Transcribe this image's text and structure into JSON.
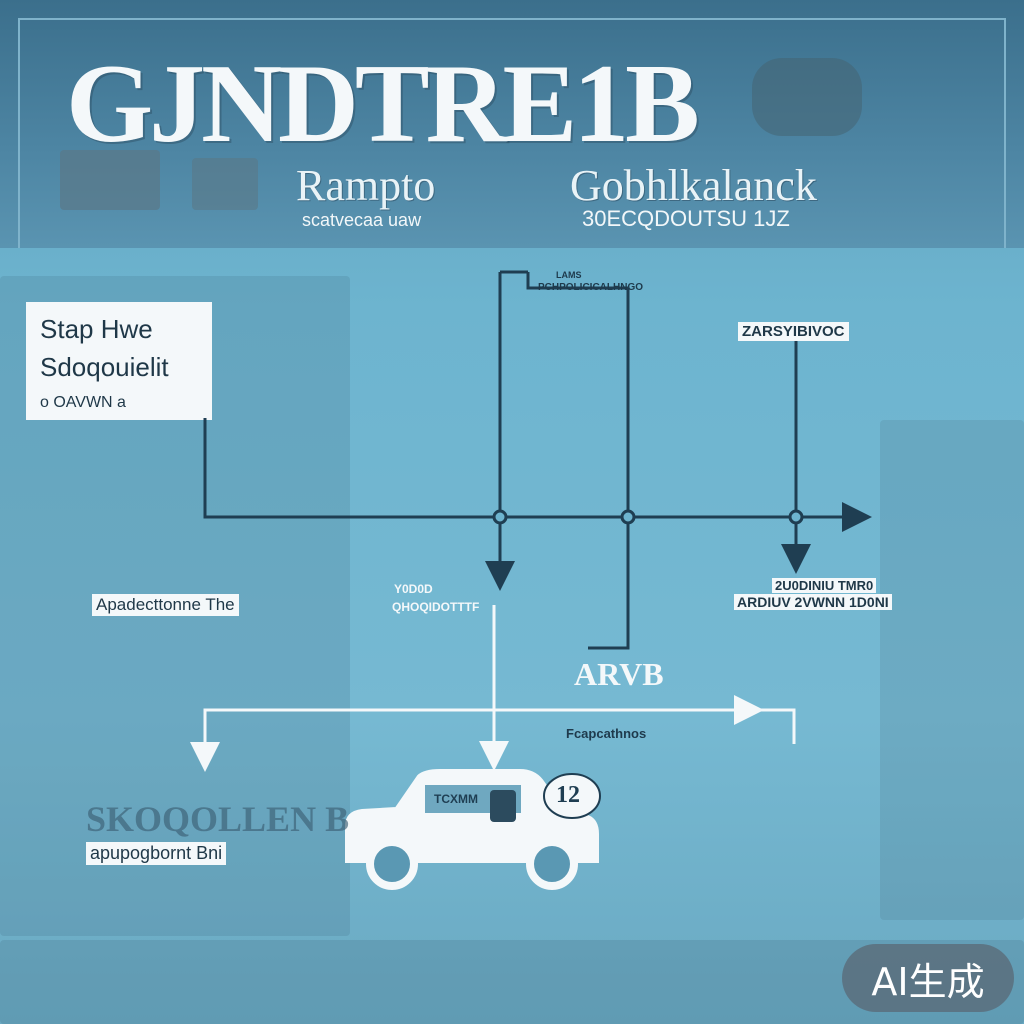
{
  "header": {
    "title": "GJNDTRE1B",
    "subtitle_left": "Rampto",
    "subtitle_left_small": "scatvecaa uaw",
    "subtitle_right": "Gobhlkalanck",
    "subtitle_right_small": "30ECQDOUTSU 1JZ"
  },
  "info_box": {
    "line1": "Stap Hwe",
    "line2": "Sdoqouielit",
    "line3": "o OAVWN a"
  },
  "labels": {
    "top_center_small": "PCHPOLICICALHNGO",
    "top_center_tiny": "LAMS",
    "right_top": "ZARSYIBIVOC",
    "left_mid": "Apadecttonne The",
    "center_left_line1": "Y0D0D",
    "center_left_line2": "QHOQIDOTTTF",
    "right_mid_line1": "2U0DINIU TMR0",
    "right_mid_line2": "ARDIUV 2VWNN 1D0NI",
    "center": "ARVB",
    "arrow_caption": "Fcapcathnos",
    "bottom_left_faded": "SKOQOLLEN B",
    "bottom_left": "apupogbornt Bni",
    "car_sign": "TCXMM",
    "bubble": "12"
  },
  "watermark": "AI生成",
  "colors": {
    "line": "#1f3e52",
    "white_line": "#f4f8fa",
    "header": "#4a82a0",
    "background": "#70b4ce"
  }
}
